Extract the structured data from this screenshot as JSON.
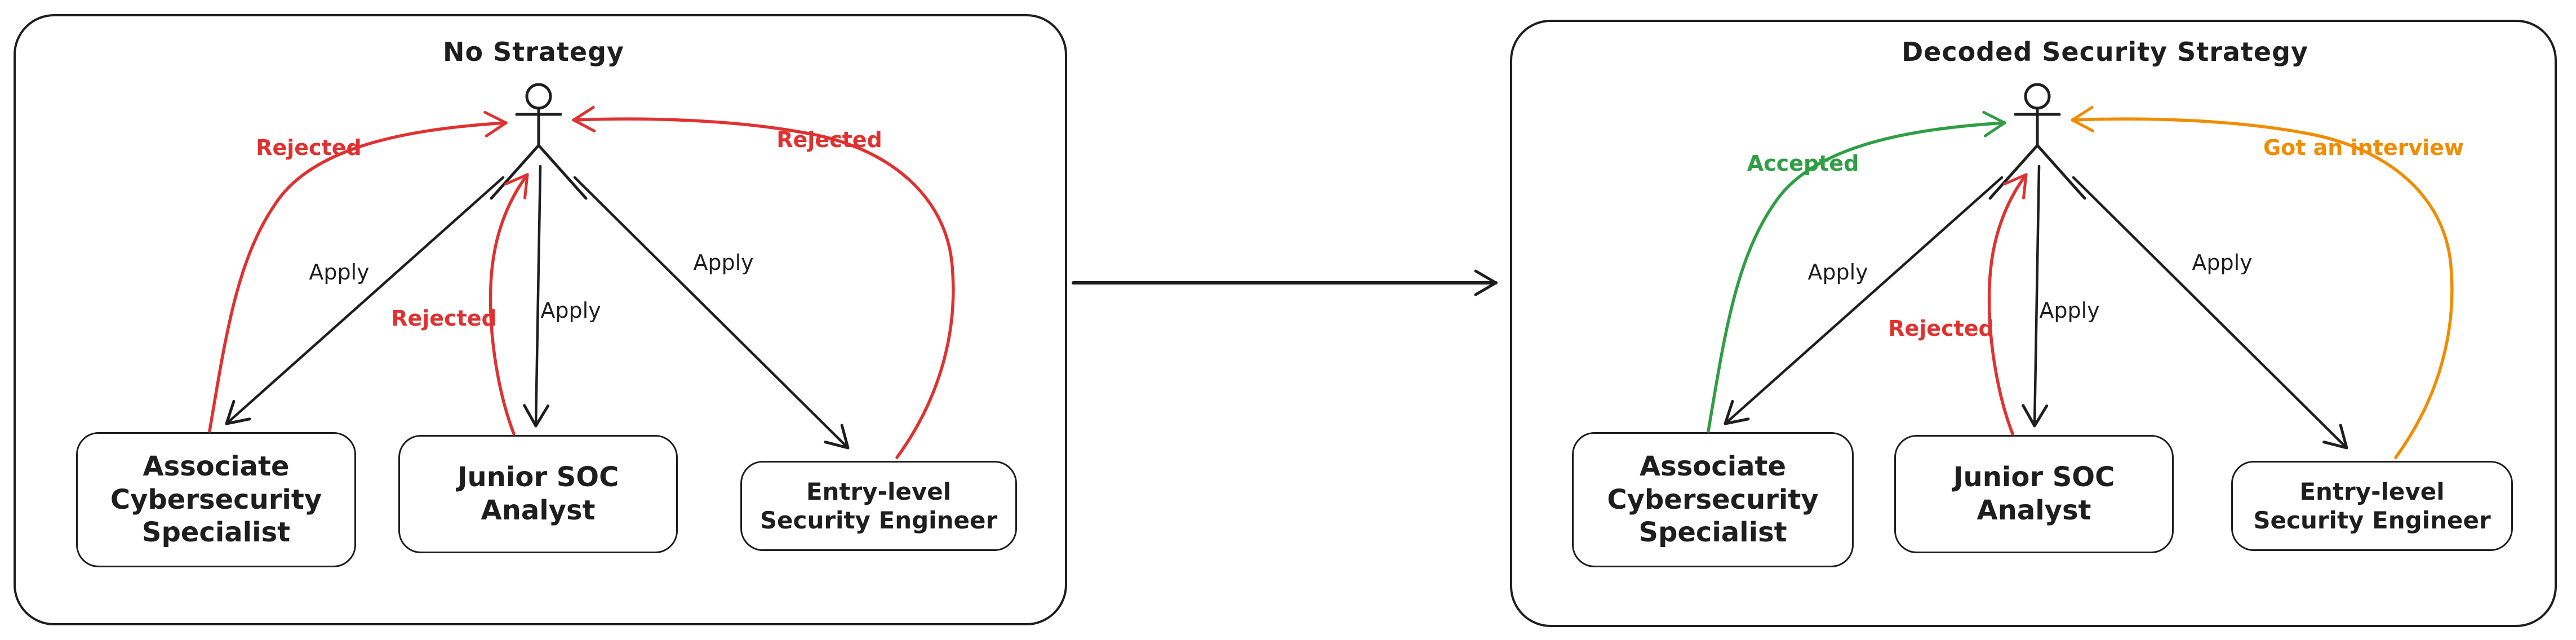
{
  "colors": {
    "ink": "#1e1e1e",
    "red": "#e03131",
    "green": "#2f9e44",
    "orange": "#f08c00",
    "background": "#ffffff"
  },
  "connector": {
    "description": "arrow from No Strategy panel to Decoded Security Strategy panel"
  },
  "panels": [
    {
      "title": "No Strategy",
      "actor": "job applicant stick figure",
      "boxes": [
        {
          "label": "Associate\nCybersecurity\nSpecialist"
        },
        {
          "label": "Junior SOC\nAnalyst"
        },
        {
          "label": "Entry-level\nSecurity Engineer"
        }
      ],
      "apply_labels": [
        "Apply",
        "Apply",
        "Apply"
      ],
      "outcome_labels": [
        {
          "text": "Rejected",
          "color": "red"
        },
        {
          "text": "Rejected",
          "color": "red"
        },
        {
          "text": "Rejected",
          "color": "red"
        }
      ]
    },
    {
      "title": "Decoded Security Strategy",
      "actor": "job applicant stick figure",
      "boxes": [
        {
          "label": "Associate\nCybersecurity\nSpecialist"
        },
        {
          "label": "Junior SOC\nAnalyst"
        },
        {
          "label": "Entry-level\nSecurity Engineer"
        }
      ],
      "apply_labels": [
        "Apply",
        "Apply",
        "Apply"
      ],
      "outcome_labels": [
        {
          "text": "Accepted",
          "color": "green"
        },
        {
          "text": "Rejected",
          "color": "red"
        },
        {
          "text": "Got an interview",
          "color": "orange"
        }
      ]
    }
  ]
}
